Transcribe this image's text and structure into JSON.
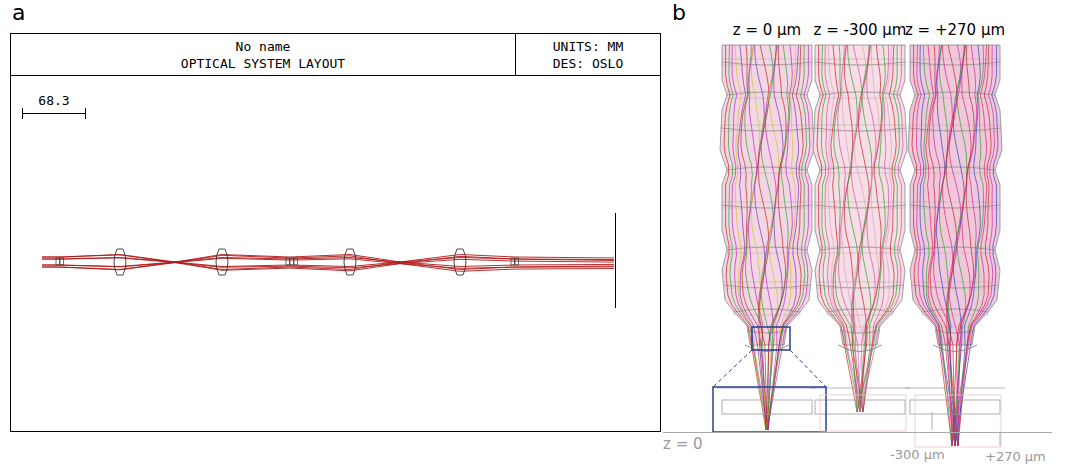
{
  "diagram": {
    "nodes": [
      {
        "text": [
          "No name",
          "OPTICAL SYSTEM LAYOUT"
        ]
      },
      {
        "text": [
          "UNITS: MM",
          "DES: OSLO"
        ]
      }
    ],
    "labels": [
      "a",
      "68.3",
      "b",
      "z = 0 µm",
      "z = -300 µm",
      "z = +270 µm",
      "z = 0",
      "-300 µm",
      "+270 µm"
    ]
  }
}
